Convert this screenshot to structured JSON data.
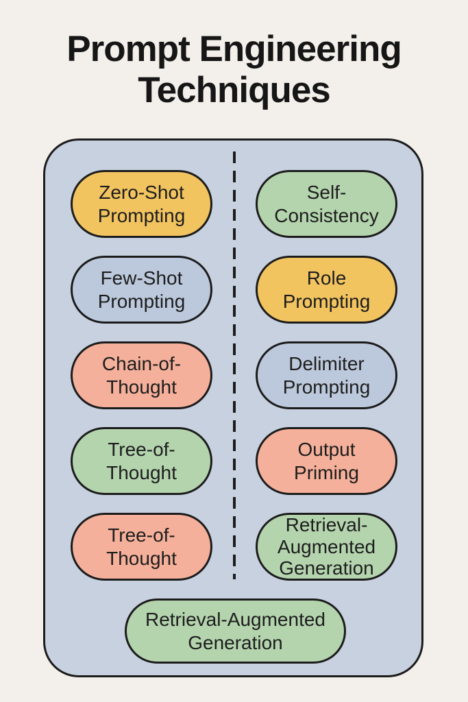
{
  "title": {
    "line1": "Prompt Engineering",
    "line2": "Techniques"
  },
  "panel": {
    "background": "#c8d1e0",
    "border_color": "#1c1c1c",
    "divider_color": "#1c1c1c",
    "divider_style": "dashed"
  },
  "palette": {
    "page_background": "#f3f0eb",
    "yellow": "#f2c460",
    "blue": "#bcc9dc",
    "salmon": "#f4b09a",
    "green": "#b4d4ae",
    "text": "#1d1d1d"
  },
  "pills": {
    "left": [
      {
        "line1": "Zero-Shot",
        "line2": "Prompting",
        "color": "#f2c460"
      },
      {
        "line1": "Few-Shot",
        "line2": "Prompting",
        "color": "#bcc9dc"
      },
      {
        "line1": "Chain-of-",
        "line2": "Thought",
        "color": "#f4b09a"
      },
      {
        "line1": "Tree-of-",
        "line2": "Thought",
        "color": "#b4d4ae"
      },
      {
        "line1": "Tree-of-",
        "line2": "Thought",
        "color": "#f4b09a"
      }
    ],
    "right": [
      {
        "line1": "Self-",
        "line2": "Consistency",
        "color": "#b4d4ae"
      },
      {
        "line1": "Role",
        "line2": "Prompting",
        "color": "#f2c460"
      },
      {
        "line1": "Delimiter",
        "line2": "Prompting",
        "color": "#bcc9dc"
      },
      {
        "line1": "Output",
        "line2": "Priming",
        "color": "#f4b09a"
      },
      {
        "line1": "Retrieval-",
        "line2": "Augmented",
        "line3": "Generation",
        "color": "#b4d4ae"
      }
    ],
    "bottom": {
      "line1": "Retrieval-Augmented",
      "line2": "Generation",
      "color": "#b4d4ae"
    }
  }
}
